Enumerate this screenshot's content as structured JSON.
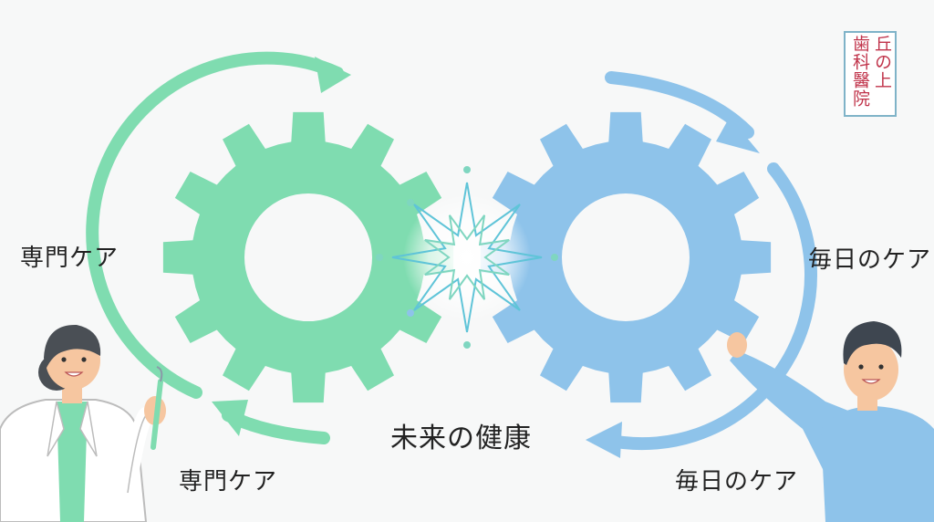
{
  "labels": {
    "left_top": "専門ケア",
    "left_bottom": "専門ケア",
    "right_top": "毎日のケア",
    "right_bottom": "毎日のケア",
    "center": "未来の健康"
  },
  "logo": {
    "col1": "丘の上",
    "col2": "歯科醫院"
  },
  "colors": {
    "professional_green": "#7fdcb0",
    "daily_blue": "#8ec3ea",
    "spark": "#5fc4d8"
  }
}
